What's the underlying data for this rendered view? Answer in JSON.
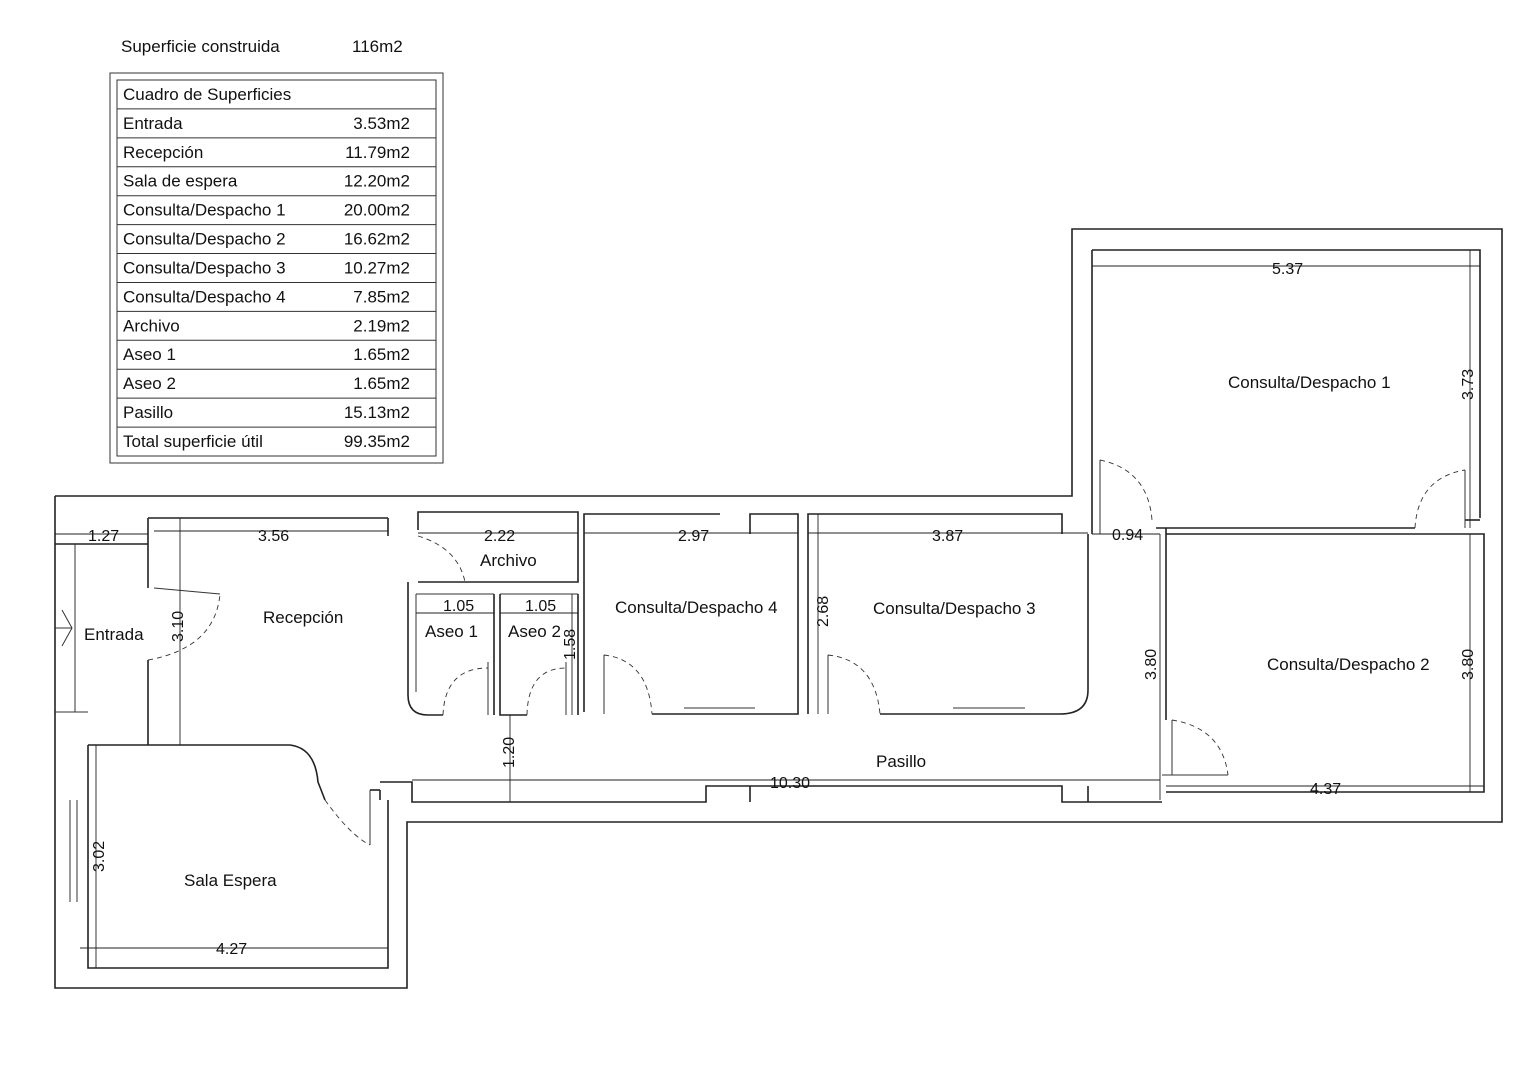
{
  "header": {
    "label": "Superficie construida",
    "value": "116m2"
  },
  "table": {
    "title": "Cuadro de Superficies",
    "rows": [
      {
        "name": "Entrada",
        "area": "3.53m2"
      },
      {
        "name": "Recepción",
        "area": "11.79m2"
      },
      {
        "name": "Sala de espera",
        "area": "12.20m2"
      },
      {
        "name": "Consulta/Despacho 1",
        "area": "20.00m2"
      },
      {
        "name": "Consulta/Despacho 2",
        "area": "16.62m2"
      },
      {
        "name": "Consulta/Despacho 3",
        "area": "10.27m2"
      },
      {
        "name": "Consulta/Despacho 4",
        "area": "7.85m2"
      },
      {
        "name": "Archivo",
        "area": "2.19m2"
      },
      {
        "name": "Aseo 1",
        "area": "1.65m2"
      },
      {
        "name": "Aseo 2",
        "area": "1.65m2"
      },
      {
        "name": "Pasillo",
        "area": "15.13m2"
      },
      {
        "name": "Total superficie útil",
        "area": "99.35m2"
      }
    ]
  },
  "rooms": {
    "entrada": "Entrada",
    "recepcion": "Recepción",
    "archivo": "Archivo",
    "aseo1": "Aseo 1",
    "aseo2": "Aseo 2",
    "despacho4": "Consulta/Despacho 4",
    "despacho3": "Consulta/Despacho 3",
    "despacho1": "Consulta/Despacho 1",
    "despacho2": "Consulta/Despacho 2",
    "pasillo": "Pasillo",
    "sala": "Sala Espera"
  },
  "dimensions": {
    "entrada_w": "1.27",
    "recepcion_w": "3.56",
    "recepcion_h": "3.10",
    "archivo_w": "2.22",
    "aseo1_w": "1.05",
    "aseo2_w": "1.05",
    "aseo_h": "1.58",
    "despacho4_w": "2.97",
    "despacho3_h": "2.68",
    "despacho3_w": "3.87",
    "hall_w": "0.94",
    "hall_h": "3.80",
    "despacho1_w": "5.37",
    "despacho1_h": "3.73",
    "despacho2_h": "3.80",
    "despacho2_w": "4.37",
    "pasillo_h": "1.20",
    "pasillo_w": "10.30",
    "sala_h": "3.02",
    "sala_w": "4.27"
  }
}
